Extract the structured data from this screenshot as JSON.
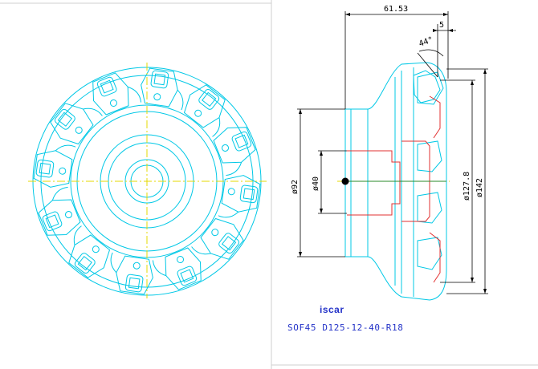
{
  "logo_text": "iscar",
  "caption": "SOF45 D125-12-40-R18",
  "dimensions": {
    "overall_length": "61.53",
    "chamfer_width": "5",
    "angle": "44°",
    "bore_dia": "ø40",
    "hub_dia": "ø92",
    "cut_dia": "ø127.8",
    "outer_dia": "ø142"
  },
  "colors": {
    "cyan": "#00c8e6",
    "red": "#e23030",
    "yellow": "#e6d800",
    "black": "#000000",
    "logo_blue": "#2433c8"
  }
}
